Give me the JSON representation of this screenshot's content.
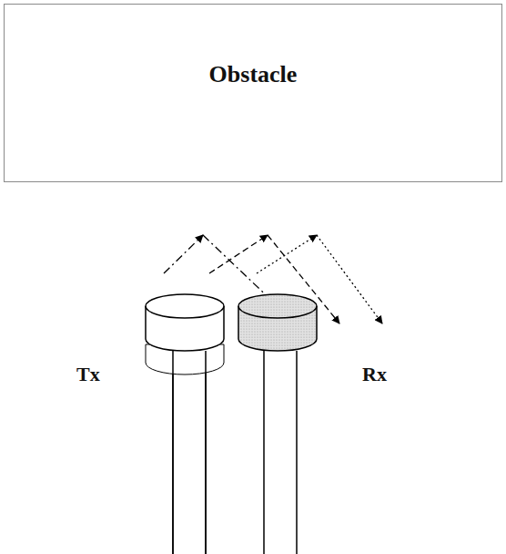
{
  "diagram": {
    "nodes": [
      {
        "text": [
          "Obstacle"
        ]
      }
    ],
    "labels": [
      "Tx",
      "Rx"
    ]
  }
}
